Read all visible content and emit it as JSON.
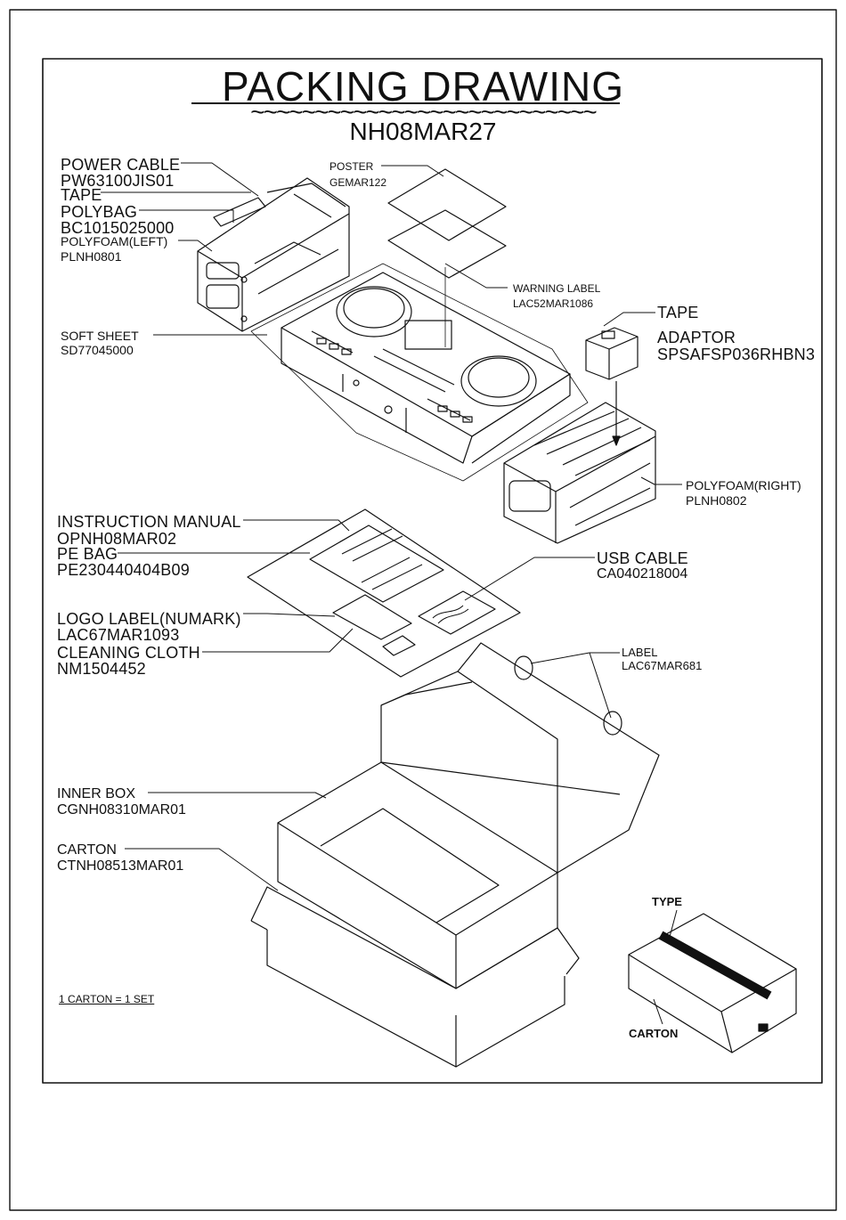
{
  "title": "PACKING DRAWING",
  "title_rule": "~~~~~~~~~~~~~~~~~~~~~~~~~~~",
  "model": "NH08MAR27",
  "parts": [
    {
      "name": "POWER CABLE",
      "code": "PW63100JIS01"
    },
    {
      "name": "TAPE"
    },
    {
      "name": "POLYBAG",
      "code": "BC1015025000"
    },
    {
      "name": "POLYFOAM(LEFT)",
      "code": "PLNH0801"
    },
    {
      "name": "POSTER",
      "code": "GEMAR122"
    },
    {
      "name": "WARNING LABEL",
      "code": "LAC52MAR1086"
    },
    {
      "name": "SOFT SHEET",
      "code": "SD77045000"
    },
    {
      "name": "TAPE"
    },
    {
      "name": "ADAPTOR",
      "code": "SPSAFSP036RHBN3"
    },
    {
      "name": "POLYFOAM(RIGHT)",
      "code": "PLNH0802"
    },
    {
      "name": "INSTRUCTION MANUAL",
      "code": "OPNH08MAR02"
    },
    {
      "name": "PE BAG",
      "code": "PE230440404B09"
    },
    {
      "name": "USB CABLE",
      "code": "CA040218004"
    },
    {
      "name": "LOGO LABEL(NUMARK)",
      "code": "LAC67MAR1093"
    },
    {
      "name": "CLEANING CLOTH",
      "code": "NM1504452"
    },
    {
      "name": "LABEL",
      "code": "LAC67MAR681"
    },
    {
      "name": "INNER BOX",
      "code": "CGNH08310MAR01"
    },
    {
      "name": "CARTON",
      "code": "CTNH08513MAR01"
    }
  ],
  "note": "1 CARTON = 1 SET",
  "carton_view": {
    "top_label": "TYPE",
    "bottom_label": "CARTON"
  }
}
